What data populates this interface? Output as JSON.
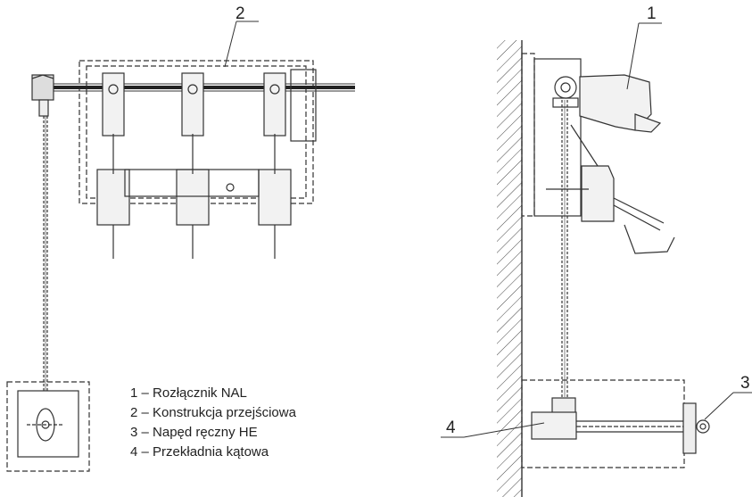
{
  "callouts": {
    "one": "1",
    "two": "2",
    "three": "3",
    "four": "4"
  },
  "legend": [
    "1 – Rozłącznik NAL",
    "2 – Konstrukcja przejściowa",
    "3 – Napęd ręczny HE",
    "4 – Przekładnia kątowa"
  ]
}
